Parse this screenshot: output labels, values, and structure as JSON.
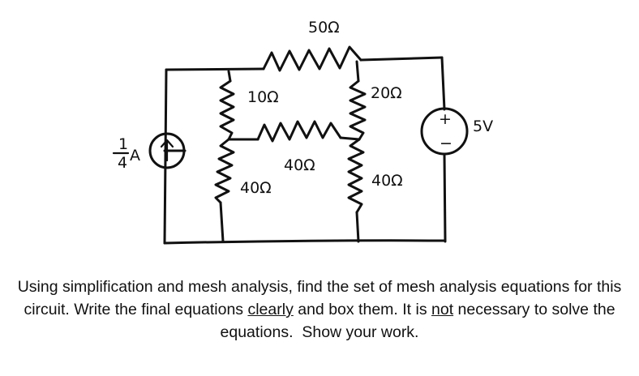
{
  "circuit": {
    "resistors": {
      "r_top": "50Ω",
      "r_upper_left": "10Ω",
      "r_upper_right": "20Ω",
      "r_middle": "40Ω",
      "r_lower_left": "40Ω",
      "r_lower_right": "40Ω"
    },
    "current_source": {
      "value": "1/4A",
      "numerator": "1",
      "denominator": "4",
      "unit": "A",
      "arrow": "↑"
    },
    "voltage_source": {
      "value": "5V",
      "plus": "+",
      "minus": "−"
    }
  },
  "question": {
    "part1": "Using simplification and mesh analysis, find the set of mesh analysis equations for this circuit. Write the final equations ",
    "clearly": "clearly",
    "part2": " and box them. It is ",
    "not": "not",
    "part3": " necessary to solve the equations.  Show your work."
  }
}
